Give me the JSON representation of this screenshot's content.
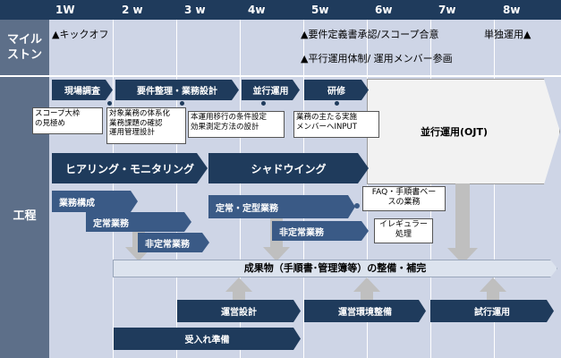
{
  "weeks": [
    "1W",
    "2 w",
    "3 w",
    "4w",
    "5w",
    "6w",
    "7w",
    "8w"
  ],
  "rows": {
    "milestone": "マイル\nストン",
    "process": "工程"
  },
  "milestones": {
    "kickoff": "▲キックオフ",
    "requirements": "▲要件定義書承認/スコープ合意",
    "standalone": "単独運用▲",
    "parallel_team": "▲平行運用体制/ 運用メンバー参画"
  },
  "phases": {
    "site_survey": "現場調査",
    "requirements_design": "要件整理・業務設計",
    "parallel_run": "並行運用",
    "training": "研修",
    "ojt": "並行運用(OJT)"
  },
  "notes": {
    "scope": "スコープ大枠\nの見極め",
    "business": "対象業務の体系化\n業務課題の確認\n運用管理設計",
    "conditions": "本運用移行の条件設定\n効果測定方法の設計",
    "input": "業務の主たる実施\nメンバーへINPUT",
    "faq": "FAQ・手順書ベー\nスの業務",
    "irregular": "イレギュラー\n処理"
  },
  "tracks": {
    "hearing": "ヒアリング・モニタリング",
    "shadowing": "シャドウイング",
    "biz_config": "業務構成",
    "routine": "定常業務",
    "non_routine": "非定常業務",
    "routine_fixed": "定常・定型業務",
    "non_routine2": "非定常業務"
  },
  "deliverable": "成果物（手順書･管理簿等）の整備・補完",
  "bottom": {
    "ops_design": "運営設計",
    "env_setup": "運営環境整備",
    "trial": "試行運用",
    "reception": "受入れ準備"
  },
  "colors": {
    "navy": "#1f3b5c",
    "mid_blue": "#3a5a86",
    "band": "#ced5e6",
    "gray_arrow": "#bfbfbf"
  }
}
